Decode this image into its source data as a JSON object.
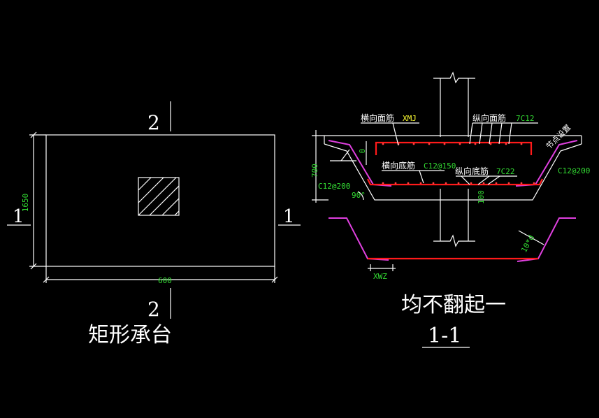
{
  "plan": {
    "section_mark_1_left": "1",
    "section_mark_1_right": "1",
    "section_mark_2_top": "2",
    "section_mark_2_bottom": "2",
    "dim_height": "1650",
    "dim_width": "600",
    "title": "矩形承台"
  },
  "section": {
    "label_trans_top": "横向面筋",
    "label_trans_top_code": "XMJ",
    "label_long_top": "纵向面筋",
    "label_long_top_code": "7C12",
    "label_node": "节点设置",
    "label_trans_bottom": "横向底筋",
    "label_trans_bottom_code": "C12@150",
    "label_long_bottom": "纵向底筋",
    "label_long_bottom_code": "7C22",
    "label_side_right": "C12@200",
    "label_side_left": "C12@200",
    "dim_depth": "700",
    "dim_zero": "0",
    "dim_100": "100",
    "angle": "90°",
    "dim_10d": "10*d",
    "dim_xwz": "XWZ",
    "note": "均不翻起一",
    "section_title": "1-1"
  },
  "colors": {
    "background": "#000000",
    "line": "#ffffff",
    "dim_text": "#33dd33",
    "stirrup": "#e040e0",
    "rebar": "#ff1a1a"
  }
}
